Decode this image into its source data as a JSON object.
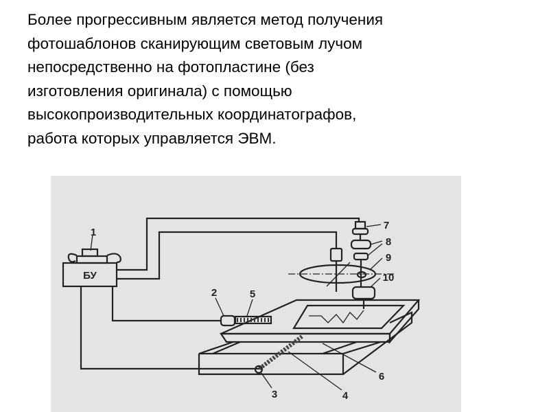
{
  "slide": {
    "text_lines": [
      "Более прогрессивным является метод получения",
      "фотошаблонов сканирующим световым лучом",
      "непосредственно на фотопластине (без",
      "изготовления оригинала) с помощью",
      "высокопроизводительных координатографов,",
      "работа которых управляется ЭВМ."
    ]
  },
  "diagram": {
    "control_unit_label": "БУ",
    "labels": [
      "1",
      "2",
      "3",
      "4",
      "5",
      "6",
      "7",
      "8",
      "9",
      "10"
    ],
    "background_color": "#e4e4e4"
  }
}
